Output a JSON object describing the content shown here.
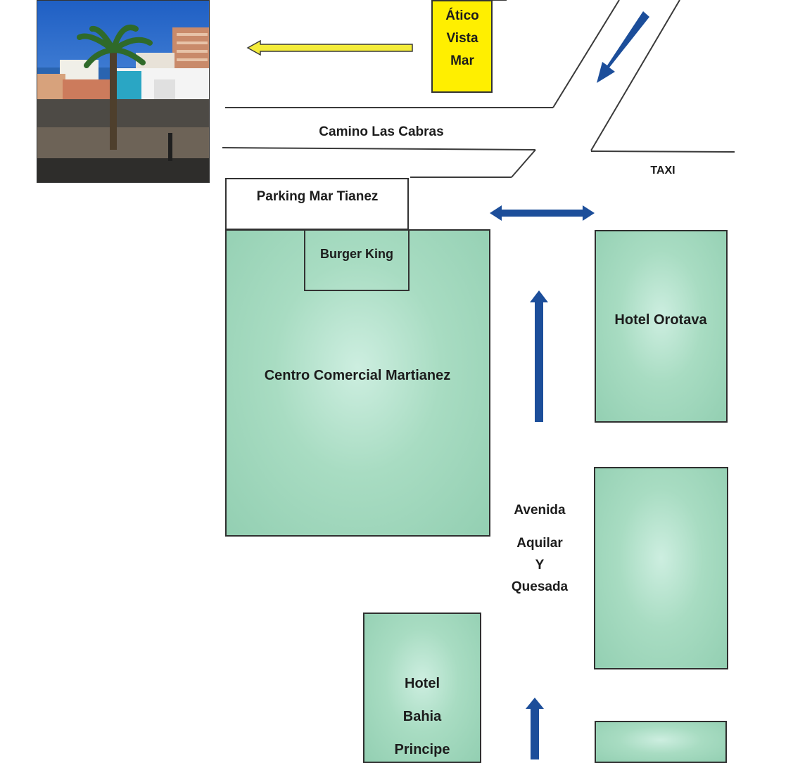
{
  "labels": {
    "atico_line1": "Ático",
    "atico_line2": "Vista",
    "atico_line3": "Mar",
    "camino": "Camino Las Cabras",
    "taxi": "TAXI",
    "parking": "Parking Mar Tianez",
    "burger_king": "Burger King",
    "centro": "Centro Comercial Martianez",
    "hotel_orotava": "Hotel Orotava",
    "avenida_line1": "Avenida",
    "avenida_line2": "Aquilar",
    "avenida_line3": "Y",
    "avenida_line4": "Quesada",
    "bahia_line1": "Hotel",
    "bahia_line2": "Bahia",
    "bahia_line3": "Principe"
  },
  "colors": {
    "building_fill": "#a8dcc2",
    "highlight": "#ffef00",
    "arrow_blue": "#1c4e9a",
    "arrow_yellow": "#f4ec3a"
  },
  "icons": {
    "photo": "street-photo-palm-tree",
    "arrows": [
      "arrow-left-icon",
      "arrow-down-left-icon",
      "arrow-left-right-icon",
      "arrow-up-icon"
    ]
  }
}
